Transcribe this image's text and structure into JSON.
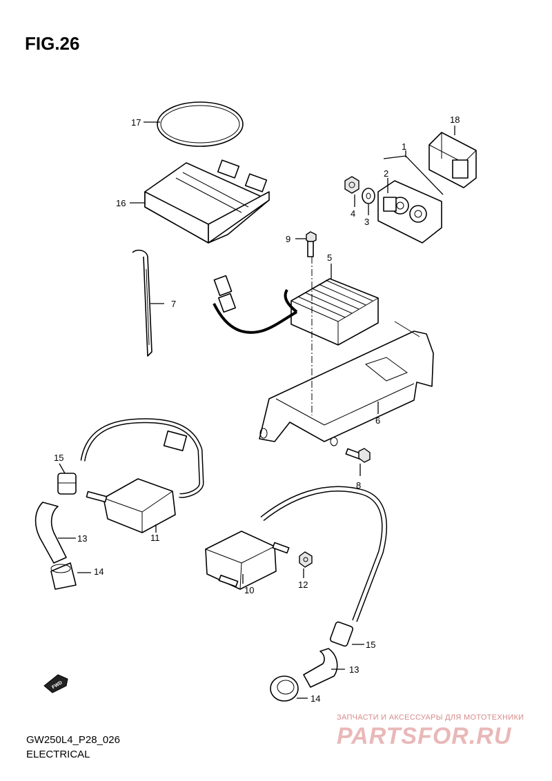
{
  "title": "FIG.26",
  "diagram_code": "GW250L4_P28_026",
  "section": "ELECTRICAL",
  "fwd_label": "FWD",
  "watermark": {
    "tagline": "ЗАПЧАСТИ И АКСЕССУАРЫ ДЛЯ МОТОТЕХНИКИ",
    "logo": "PARTSFOR.RU"
  },
  "callouts": {
    "c1": "1",
    "c2": "2",
    "c3": "3",
    "c4": "4",
    "c5": "5",
    "c6": "6",
    "c7": "7",
    "c8": "8",
    "c9": "9",
    "c10": "10",
    "c11": "11",
    "c12": "12",
    "c13a": "13",
    "c13b": "13",
    "c14a": "14",
    "c14b": "14",
    "c15a": "15",
    "c15b": "15",
    "c16": "16",
    "c17": "17",
    "c18": "18"
  }
}
